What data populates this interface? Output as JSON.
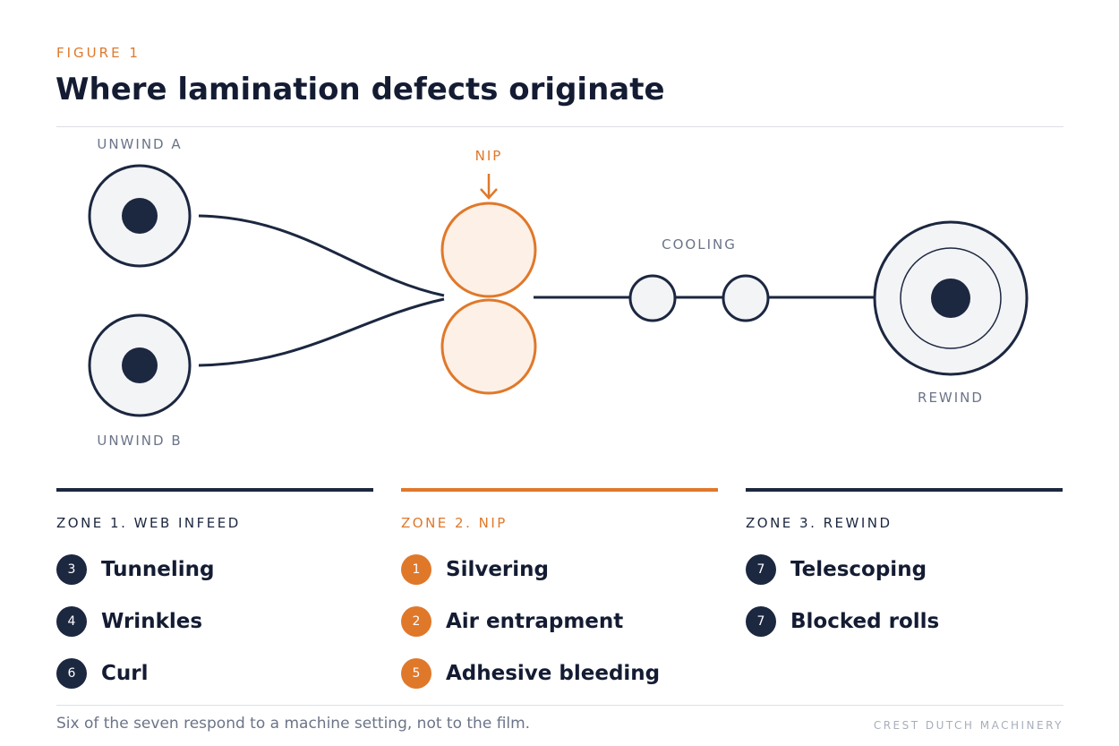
{
  "figure_label": "FIGURE 1",
  "title": "Where lamination defects originate",
  "diagram": {
    "unwind_a": "UNWIND A",
    "unwind_b": "UNWIND B",
    "nip": "NIP",
    "cooling": "COOLING",
    "rewind": "REWIND"
  },
  "colors": {
    "navy": "#1c2740",
    "accent": "#e0782a",
    "roll_fill": "#f3f4f6",
    "nip_fill": "#fdf0e6",
    "muted_label": "#6b7488"
  },
  "zones": [
    {
      "title": "ZONE 1. WEB INFEED",
      "defects": [
        {
          "badge": "3",
          "name": "Tunneling"
        },
        {
          "badge": "4",
          "name": "Wrinkles"
        },
        {
          "badge": "6",
          "name": "Curl"
        }
      ]
    },
    {
      "title": "ZONE 2. NIP",
      "defects": [
        {
          "badge": "1",
          "name": "Silvering"
        },
        {
          "badge": "2",
          "name": "Air entrapment"
        },
        {
          "badge": "5",
          "name": "Adhesive bleeding"
        }
      ]
    },
    {
      "title": "ZONE 3. REWIND",
      "defects": [
        {
          "badge": "7",
          "name": "Telescoping"
        },
        {
          "badge": "7",
          "name": "Blocked rolls"
        }
      ]
    }
  ],
  "caption": "Six of the seven respond to a machine setting, not to the film.",
  "brand": "CREST DUTCH MACHINERY"
}
